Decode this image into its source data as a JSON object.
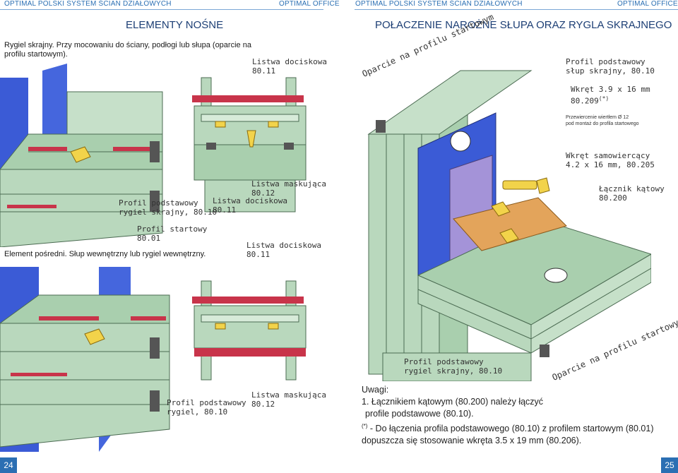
{
  "header": {
    "left_series": "OPTIMAL POLSKI SYSTEM ŚCIAN DZIAŁOWYCH",
    "left_brand": "OPTIMAL OFFICE",
    "right_series": "OPTIMAL POLSKI SYSTEM ŚCIAN DZIAŁOWYCH",
    "right_brand": "OPTIMAL OFFICE"
  },
  "left_page": {
    "title": "ELEMENTY NOŚNE",
    "intro": [
      "Rygiel skrajny. Przy mocowaniu do ściany, podłogi lub słupa (oparcie na",
      "profilu startowym)."
    ],
    "caption2": "Element pośredni. Słup wewnętrzny lub rygiel wewnętrzny.",
    "labels": {
      "listwa_dociskowa_top": [
        "Listwa dociskowa",
        "80.11"
      ],
      "listwa_maskujaca_1": [
        "Listwa maskująca",
        "80.12"
      ],
      "listwa_dociskowa_mid": [
        "Listwa dociskowa",
        "80.11"
      ],
      "profil_rygiel_skrajny": [
        "Profil podstawowy",
        "rygiel skrajny, 80.10"
      ],
      "profil_startowy": [
        "Profil startowy",
        "80.01"
      ],
      "listwa_dociskowa_low": [
        "Listwa dociskowa",
        "80.11"
      ],
      "profil_rygiel": [
        "Profil podstawowy",
        "rygiel, 80.10"
      ],
      "listwa_maskujaca_2": [
        "Listwa maskująca",
        "80.12"
      ]
    },
    "page_number": "24"
  },
  "right_page": {
    "title": "POŁACZENIE NAROŻNE SŁUPA ORAZ RYGLA SKRAJNEGO",
    "labels": {
      "oparcie_top": "Oparcie na profilu startowym",
      "slup_skrajny": [
        "Profil podstawowy",
        "słup skrajny, 80.10"
      ],
      "wkret": [
        "Wkręt 3.9 x 16 mm",
        "80.209",
        "(*)"
      ],
      "przewiercenie": [
        "Przewiercenie wiertłem Ø 12",
        "pod montaż do profila startowego"
      ],
      "wkret_samowiercacy": [
        "Wkręt samowiercący",
        "4.2 x 16 mm, 80.205"
      ],
      "lacznik": [
        "Łącznik kątowy",
        "80.200"
      ],
      "rygiel_skrajny": [
        "Profil podstawowy",
        "rygiel skrajny, 80.10"
      ],
      "oparcie_bottom": "Oparcie na profilu startowym"
    },
    "notes": {
      "heading": "Uwagi:",
      "line1": "1. Łącznikiem kątowym (80.200) należy łączyć",
      "line2": "profile podstawowe (80.10).",
      "mark": "(*)",
      "line3": " - Do łączenia profila podstawowego (80.10) z profilem startowym (80.01)",
      "line4": "dopuszcza się stosowanie wkręta 3.5 x 19 mm (80.206)."
    },
    "page_number": "25"
  },
  "colors": {
    "accent_blue": "#2b6fb3",
    "profile_green": "#b9d8bd",
    "glass_blue": "#3b5bd6",
    "gasket_red": "#c8344a",
    "bracket_orange": "#e3a45b",
    "screw_yellow": "#f2d34a"
  }
}
